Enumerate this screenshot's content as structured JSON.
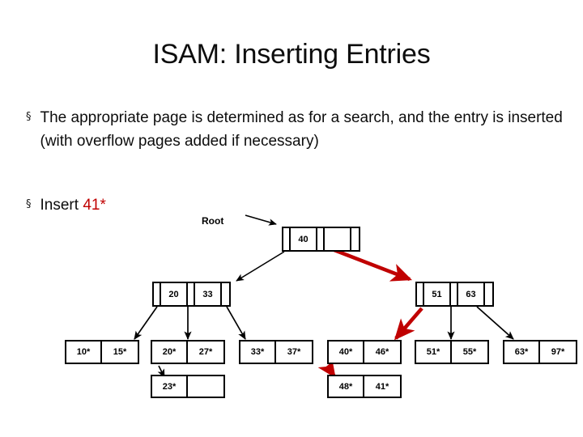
{
  "slide": {
    "title": "ISAM: Inserting Entries",
    "bullet_marker": "§",
    "bullets": [
      {
        "text": "The appropriate page is determined as for a search, and the entry is inserted (with overflow pages added if necessary)"
      },
      {
        "prefix": "Insert ",
        "highlight": "41*"
      }
    ]
  },
  "diagram": {
    "root_label": "Root",
    "root_node": {
      "keys": [
        "40",
        ""
      ]
    },
    "inner_nodes": [
      {
        "name": "left-inner-node",
        "keys": [
          "20",
          "33"
        ]
      },
      {
        "name": "right-inner-node",
        "keys": [
          "51",
          "63"
        ]
      }
    ],
    "leaf_nodes": [
      {
        "name": "leaf-1",
        "entries": [
          "10*",
          "15*"
        ]
      },
      {
        "name": "leaf-2",
        "entries": [
          "20*",
          "27*"
        ]
      },
      {
        "name": "leaf-3",
        "entries": [
          "33*",
          "37*"
        ]
      },
      {
        "name": "leaf-4",
        "entries": [
          "40*",
          "46*"
        ]
      },
      {
        "name": "leaf-5",
        "entries": [
          "51*",
          "55*"
        ]
      },
      {
        "name": "leaf-6",
        "entries": [
          "63*",
          "97*"
        ]
      }
    ],
    "overflow_pages": [
      {
        "name": "overflow-page-1",
        "entries": [
          "23*",
          ""
        ]
      },
      {
        "name": "overflow-page-2",
        "entries": [
          "48*",
          "41*"
        ]
      }
    ],
    "colors": {
      "edge": "#000000",
      "highlight_path": "#c00000",
      "node_border": "#000000",
      "background": "#ffffff"
    }
  }
}
